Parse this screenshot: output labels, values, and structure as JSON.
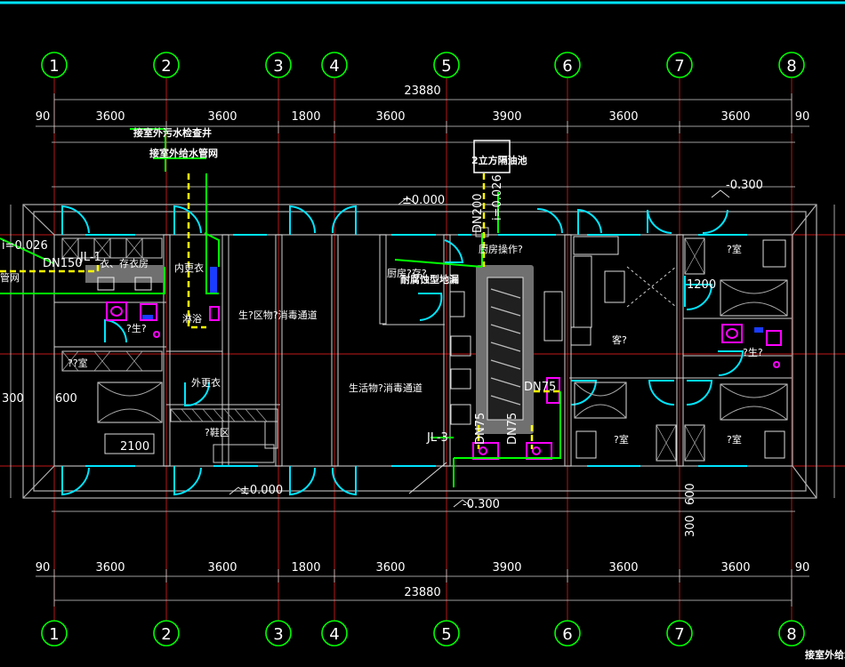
{
  "drawing": {
    "axes": [
      "1",
      "2",
      "3",
      "4",
      "5",
      "6",
      "7",
      "8"
    ],
    "total_dimension": "23880",
    "segment_dimensions": [
      "90",
      "3600",
      "3600",
      "1800",
      "3600",
      "3900",
      "3600",
      "3600",
      "90"
    ],
    "left_side_dims": [
      "300",
      "600"
    ],
    "right_side_dims": [
      "600",
      "300"
    ],
    "elevations": {
      "top_left": "±0.000",
      "top_right": "-0.300",
      "bottom_left": "±0.000",
      "bottom_right": "-0.300"
    },
    "dimension_labels": {
      "d2100": "2100",
      "d1200": "1200"
    },
    "pipe_labels": {
      "sewage_well": "接室外污水检查井",
      "water_valve": "接室外给水管网",
      "slope_left": "i=0.026",
      "dn150": "DN150",
      "jl1": "JL-1",
      "grease_trap": "2立方隔油池",
      "dn200": "DN200",
      "slope_mid": "i=0.026",
      "jl3": "JL-3",
      "dn75_a": "DN75",
      "dn75_b": "DN75",
      "dn75_c": "DN75",
      "floor_drain": "耐腐蚀型地漏",
      "left_edge": "管网",
      "bottom_right": "接室外给水"
    },
    "rooms": {
      "storage": "衣、存衣房",
      "inner_changing": "内更衣",
      "shower": "淋浴",
      "toilet_left": "?生?",
      "room_left": "??室",
      "outer_changing": "外更衣",
      "shoe_area": "?鞋区",
      "passage_upper": "生?区物?消毒通道",
      "passage_lower": "生活物?消毒通道",
      "kitchen_store": "厨房?存?",
      "kitchen_op": "厨房操作?",
      "guest": "客?",
      "room_tr": "?室",
      "room_br_left": "?室",
      "room_br_right": "?室",
      "toilet_right": "?生?"
    }
  }
}
